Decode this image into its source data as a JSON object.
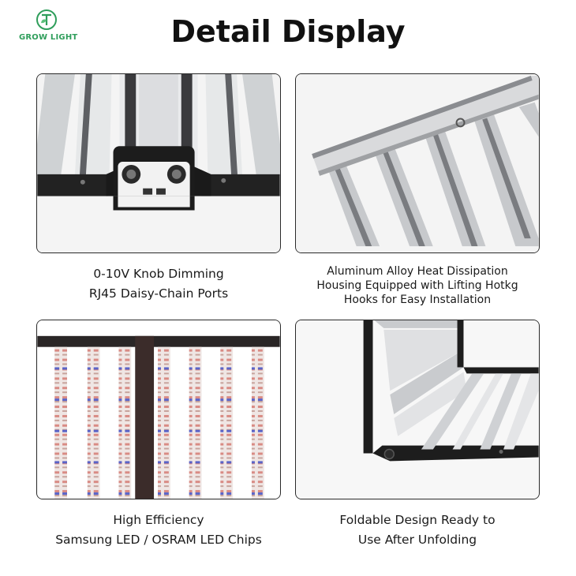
{
  "brand": {
    "logo_text": "GROW LIGHT"
  },
  "header": {
    "title": "Detail Display"
  },
  "panels": [
    {
      "icon": "driver-box-icon",
      "caption_lines": [
        "0-10V Knob Dimming",
        "RJ45 Daisy-Chain Ports"
      ]
    },
    {
      "icon": "heat-sink-icon",
      "caption_lines": [
        "Aluminum Alloy Heat Dissipation",
        "Housing Equipped with Lifting Hotkg",
        "Hooks for Easy Installation"
      ]
    },
    {
      "icon": "led-bars-icon",
      "caption_lines": [
        "High Efficiency",
        "Samsung LED / OSRAM LED Chips"
      ]
    },
    {
      "icon": "folding-frame-icon",
      "caption_lines": [
        "Foldable Design Ready to",
        "Use After Unfolding"
      ]
    }
  ]
}
